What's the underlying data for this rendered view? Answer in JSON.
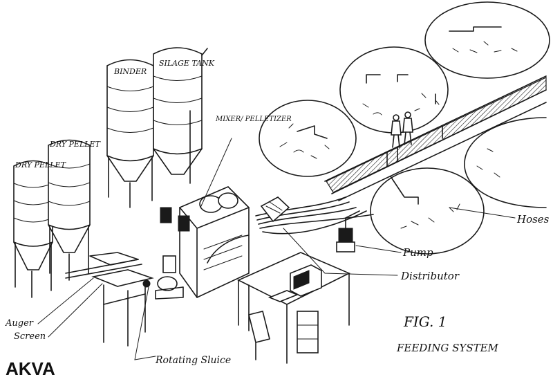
{
  "labels": {
    "dry_pellet_1": "DRY PELLET",
    "dry_pellet_2": "DRY PELLET",
    "binder": "BINDER",
    "silage_tank": "SILAGE TANK",
    "mixer_pelletizer": "MIXER/ PELLETIZER",
    "hoses": "Hoses",
    "pump": "Pump",
    "distributor": "Distributor",
    "auger": "Auger",
    "screen": "Screen",
    "rotating_sluice": "Rotating Sluice",
    "fig_title": "FIG. 1",
    "fig_caption": "FEEDING SYSTEM",
    "logo": "AKVA"
  }
}
